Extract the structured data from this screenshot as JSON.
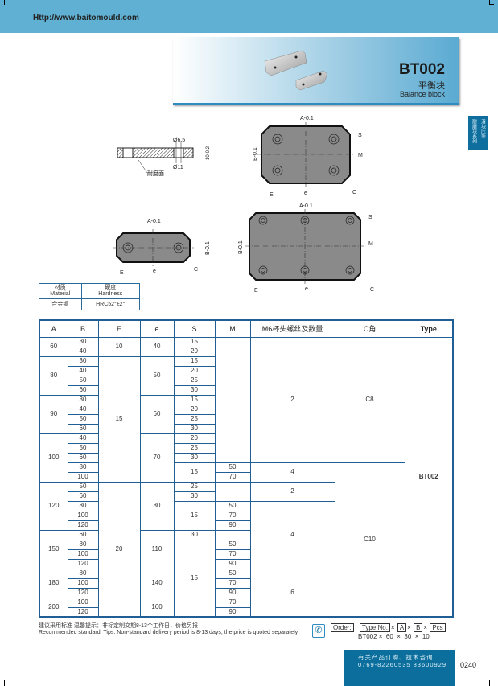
{
  "header": {
    "url": "Http://www.baitomould.com"
  },
  "hero": {
    "code": "BT002",
    "name_cn": "平衡块",
    "name_en": "Balance block"
  },
  "side_tab": {
    "line1": "滑块压条",
    "line2": "耐磨块系列"
  },
  "drawings": {
    "side": {
      "d_small": "Ø6.5",
      "d_large": "Ø11",
      "thickness": "10-0.2",
      "wear_face": "耐磨面"
    },
    "labels": {
      "A": "A-0.1",
      "B": "B-0.1",
      "E": "E",
      "e": "e",
      "S": "S",
      "M": "M",
      "C": "C"
    }
  },
  "material_table": {
    "h_material": "材质",
    "h_material_en": "Material",
    "h_hardness": "硬度",
    "h_hardness_en": "Hardness",
    "material": "合金钢",
    "hardness": "HRC52°±2°"
  },
  "table": {
    "headers": [
      "A",
      "B",
      "E",
      "e",
      "S",
      "M",
      "M6杯头螺丝及数量",
      "C角",
      "Type"
    ],
    "columns": [
      [
        {
          "v": "60",
          "s": 2
        },
        {
          "v": "80",
          "s": 4
        },
        {
          "v": "90",
          "s": 4
        },
        {
          "v": "100",
          "s": 5
        },
        {
          "v": "120",
          "s": 5
        },
        {
          "v": "150",
          "s": 4
        },
        {
          "v": "180",
          "s": 3
        },
        {
          "v": "200",
          "s": 2
        }
      ],
      [
        {
          "v": "30",
          "s": 1
        },
        {
          "v": "40",
          "s": 1
        },
        {
          "v": "30",
          "s": 1
        },
        {
          "v": "40",
          "s": 1
        },
        {
          "v": "50",
          "s": 1
        },
        {
          "v": "60",
          "s": 1
        },
        {
          "v": "30",
          "s": 1
        },
        {
          "v": "40",
          "s": 1
        },
        {
          "v": "50",
          "s": 1
        },
        {
          "v": "60",
          "s": 1
        },
        {
          "v": "40",
          "s": 1
        },
        {
          "v": "50",
          "s": 1
        },
        {
          "v": "60",
          "s": 1
        },
        {
          "v": "80",
          "s": 1
        },
        {
          "v": "100",
          "s": 1
        },
        {
          "v": "50",
          "s": 1
        },
        {
          "v": "60",
          "s": 1
        },
        {
          "v": "80",
          "s": 1
        },
        {
          "v": "100",
          "s": 1
        },
        {
          "v": "120",
          "s": 1
        },
        {
          "v": "60",
          "s": 1
        },
        {
          "v": "80",
          "s": 1
        },
        {
          "v": "100",
          "s": 1
        },
        {
          "v": "120",
          "s": 1
        },
        {
          "v": "80",
          "s": 1
        },
        {
          "v": "100",
          "s": 1
        },
        {
          "v": "120",
          "s": 1
        },
        {
          "v": "100",
          "s": 1
        },
        {
          "v": "120",
          "s": 1
        }
      ],
      [
        {
          "v": "10",
          "s": 2
        },
        {
          "v": "15",
          "s": 13
        },
        {
          "v": "20",
          "s": 14
        }
      ],
      [
        {
          "v": "40",
          "s": 2
        },
        {
          "v": "50",
          "s": 4
        },
        {
          "v": "60",
          "s": 4
        },
        {
          "v": "70",
          "s": 5
        },
        {
          "v": "80",
          "s": 5
        },
        {
          "v": "110",
          "s": 4
        },
        {
          "v": "140",
          "s": 3
        },
        {
          "v": "160",
          "s": 2
        }
      ],
      [
        {
          "v": "15",
          "s": 1
        },
        {
          "v": "20",
          "s": 1
        },
        {
          "v": "15",
          "s": 1
        },
        {
          "v": "20",
          "s": 1
        },
        {
          "v": "25",
          "s": 1
        },
        {
          "v": "30",
          "s": 1
        },
        {
          "v": "15",
          "s": 1
        },
        {
          "v": "20",
          "s": 1
        },
        {
          "v": "25",
          "s": 1
        },
        {
          "v": "30",
          "s": 1
        },
        {
          "v": "20",
          "s": 1
        },
        {
          "v": "25",
          "s": 1
        },
        {
          "v": "30",
          "s": 1
        },
        {
          "v": "15",
          "s": 2
        },
        {
          "v": "25",
          "s": 1
        },
        {
          "v": "30",
          "s": 1
        },
        {
          "v": "15",
          "s": 3
        },
        {
          "v": "30",
          "s": 1
        },
        {
          "v": "15",
          "s": 8
        }
      ],
      [
        {
          "v": "",
          "s": 13
        },
        {
          "v": "50",
          "s": 1
        },
        {
          "v": "70",
          "s": 1
        },
        {
          "v": "",
          "s": 2
        },
        {
          "v": "50",
          "s": 1
        },
        {
          "v": "70",
          "s": 1
        },
        {
          "v": "90",
          "s": 1
        },
        {
          "v": "",
          "s": 1
        },
        {
          "v": "50",
          "s": 1
        },
        {
          "v": "70",
          "s": 1
        },
        {
          "v": "90",
          "s": 1
        },
        {
          "v": "50",
          "s": 1
        },
        {
          "v": "70",
          "s": 1
        },
        {
          "v": "90",
          "s": 1
        },
        {
          "v": "70",
          "s": 1
        },
        {
          "v": "90",
          "s": 1
        }
      ],
      [
        {
          "v": "2",
          "s": 13
        },
        {
          "v": "4",
          "s": 2
        },
        {
          "v": "2",
          "s": 2
        },
        {
          "v": "4",
          "s": 7
        },
        {
          "v": "6",
          "s": 5
        }
      ],
      [
        {
          "v": "C8",
          "s": 13
        },
        {
          "v": "C10",
          "s": 16
        }
      ],
      [
        {
          "v": "BT002",
          "s": 29
        }
      ]
    ]
  },
  "footer": {
    "note_cn": "建议采用标准 温馨提示：非标定制交期8-13个工作日，价格另报",
    "note_en": "Recommended standard, Tips: Non-standard delivery period is 8-13 days, the price is quoted separately",
    "order_label": "Order:",
    "type_no": "Type No.",
    "a": "A",
    "b": "B",
    "pcs": "Pcs",
    "times": "×",
    "example": "BT002 ×  60  ×  30  ×  10",
    "contact_line1": "有关产品订购、技术咨询:",
    "contact_line2": "0769-82260535  83600929",
    "page_number": "0240"
  }
}
